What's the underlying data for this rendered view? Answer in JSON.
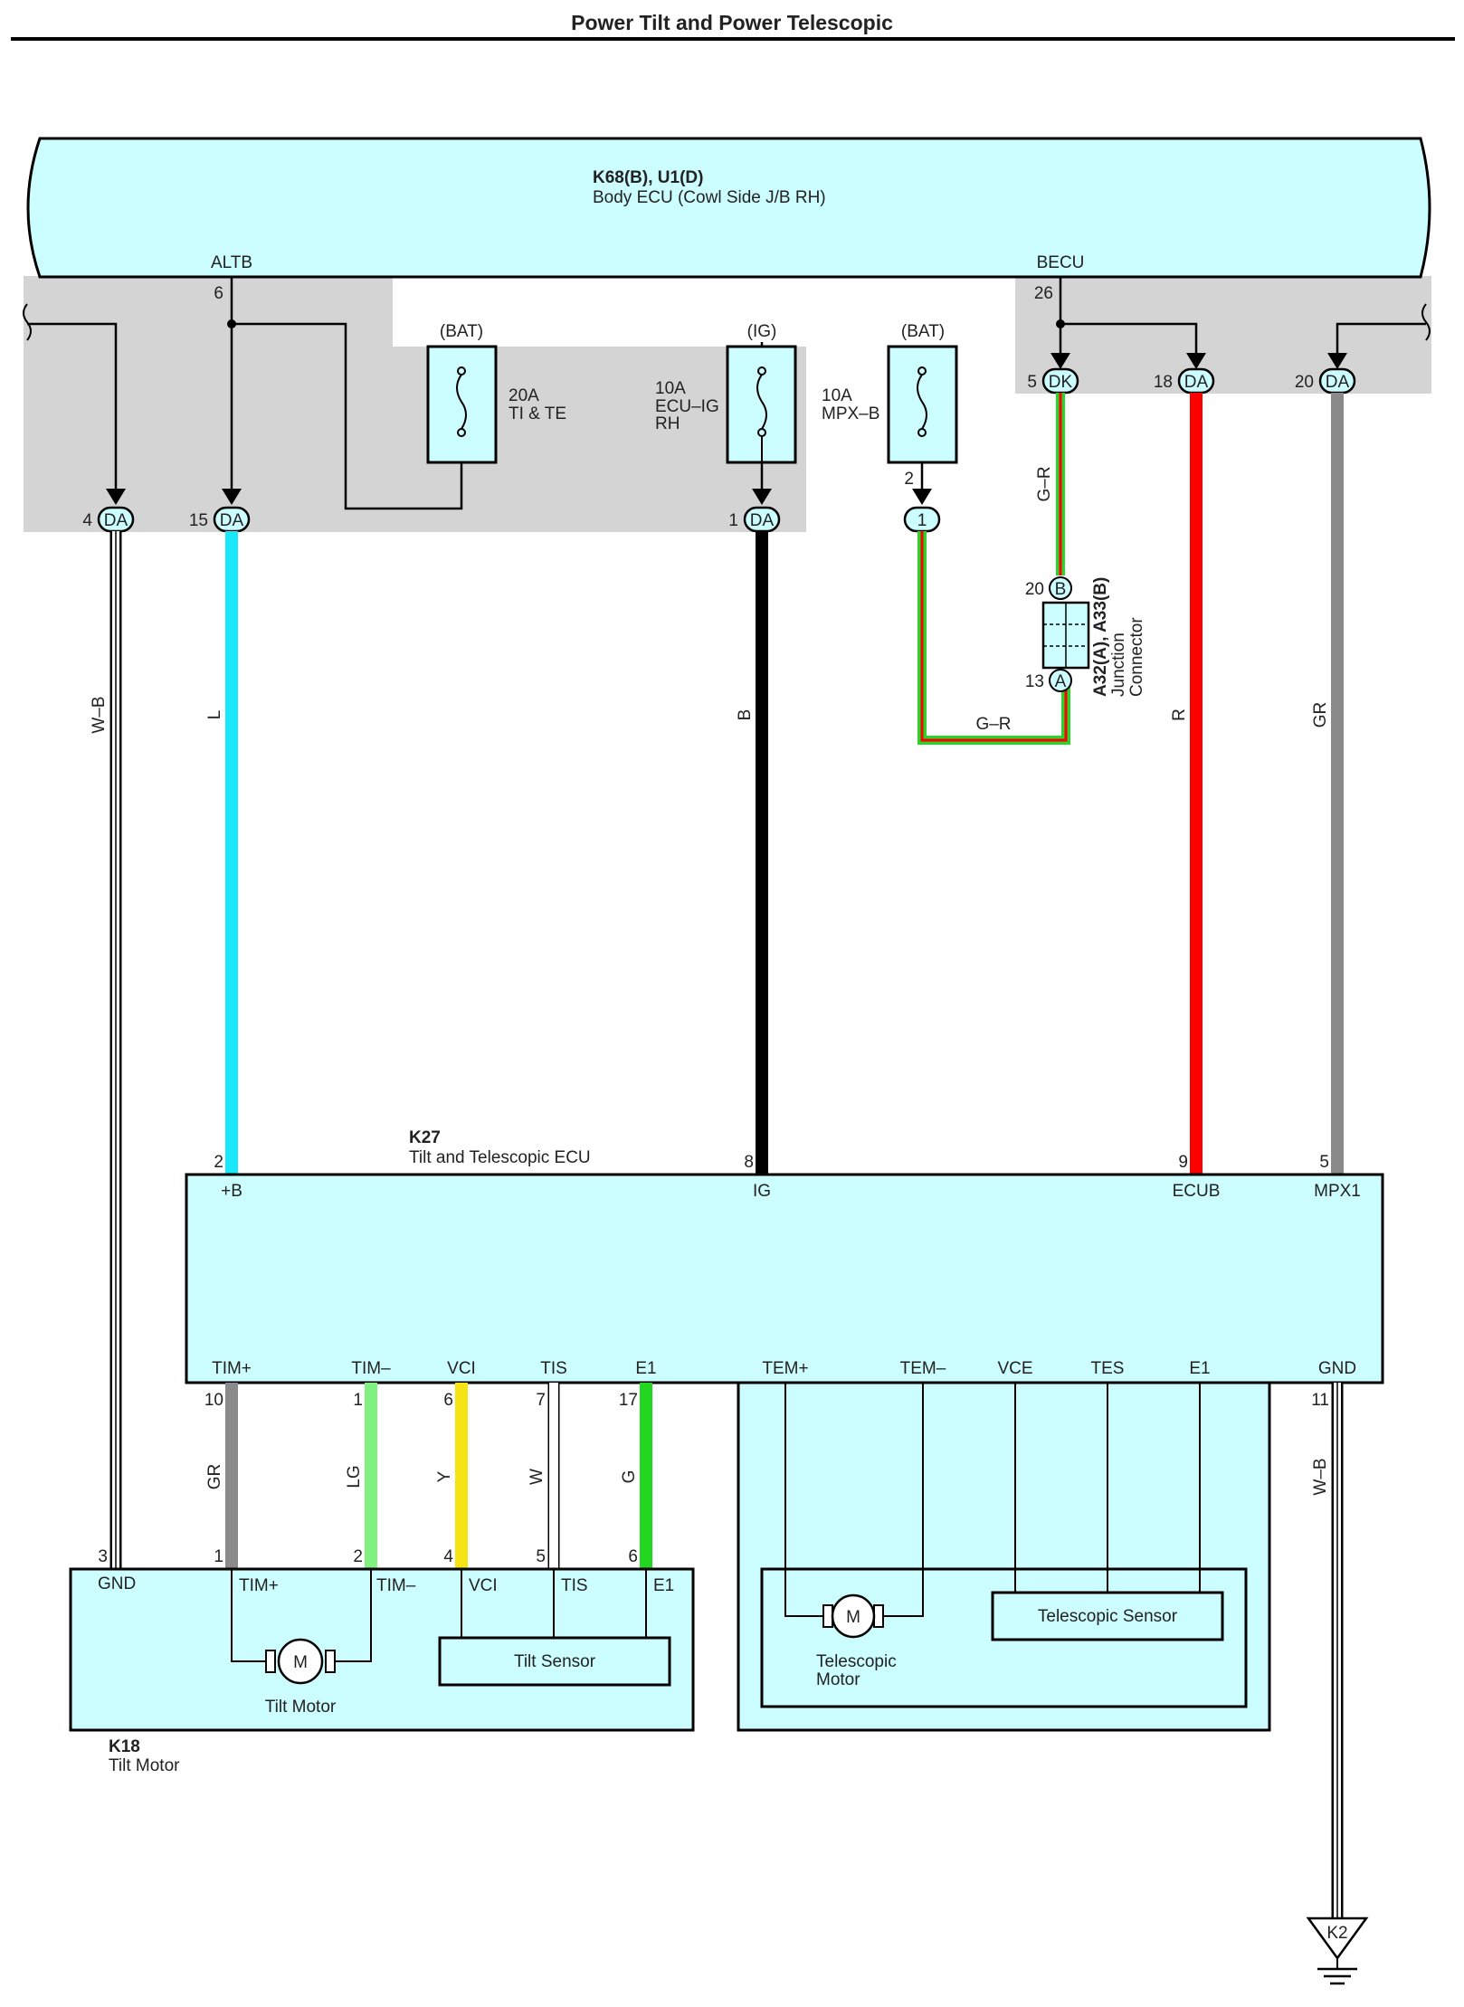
{
  "title": "Power Tilt and Power Telescopic",
  "colors": {
    "ecu_fill": "#ccfdff",
    "jb_fill": "#d4d4d4",
    "wire_L": "#19e8ff",
    "wire_B": "#000000",
    "wire_R": "#ff0000",
    "wire_GR": "#8a8a8a",
    "wire_LG": "#80f080",
    "wire_Y": "#f5e313",
    "wire_G": "#22d622",
    "wire_GRstripe": "#2bd42b"
  },
  "body_ecu": {
    "code": "K68(B), U1(D)",
    "name": "Body ECU (Cowl Side J/B RH)",
    "pins": {
      "altb": "ALTB",
      "altb_no": "6",
      "becu": "BECU",
      "becu_no": "26"
    }
  },
  "fuses": [
    {
      "source": "(BAT)",
      "rating": "20A",
      "name1": "TI & TE",
      "name2": ""
    },
    {
      "source": "(IG)",
      "rating": "10A",
      "name1": "ECU–IG",
      "name2": "RH"
    },
    {
      "source": "(BAT)",
      "rating": "10A",
      "name1": "MPX–B",
      "name2": ""
    }
  ],
  "connectors": [
    {
      "pin": "4",
      "code": "DA"
    },
    {
      "pin": "15",
      "code": "DA"
    },
    {
      "pin": "1",
      "code": "DA"
    },
    {
      "pin": "",
      "code": "1"
    },
    {
      "pin": "5",
      "code": "DK"
    },
    {
      "pin": "18",
      "code": "DA"
    },
    {
      "pin": "20",
      "code": "DA"
    }
  ],
  "fuse3_pin": "2",
  "junction": {
    "code": "A32(A), A33(B)",
    "name1": "Junction",
    "name2": "Connector",
    "top_pin": "20",
    "top_letter": "B",
    "bottom_pin": "13",
    "bottom_letter": "A"
  },
  "wires": {
    "wb": "W–B",
    "l": "L",
    "b": "B",
    "gr_g": "G–R",
    "gr_g2": "G–R",
    "r": "R",
    "gr": "GR"
  },
  "k27": {
    "code": "K27",
    "name": "Tilt and Telescopic ECU",
    "top_pins": [
      {
        "no": "2",
        "name": "+B"
      },
      {
        "no": "8",
        "name": "IG"
      },
      {
        "no": "9",
        "name": "ECUB"
      },
      {
        "no": "5",
        "name": "MPX1"
      }
    ],
    "bottom_pins": [
      {
        "no": "10",
        "name": "TIM+",
        "wire": "GR"
      },
      {
        "no": "1",
        "name": "TIM–",
        "wire": "LG"
      },
      {
        "no": "6",
        "name": "VCI",
        "wire": "Y"
      },
      {
        "no": "7",
        "name": "TIS",
        "wire": "W"
      },
      {
        "no": "17",
        "name": "E1",
        "wire": "G"
      },
      {
        "no": "",
        "name": "TEM+",
        "wire": ""
      },
      {
        "no": "",
        "name": "TEM–",
        "wire": ""
      },
      {
        "no": "",
        "name": "VCE",
        "wire": ""
      },
      {
        "no": "",
        "name": "TES",
        "wire": ""
      },
      {
        "no": "",
        "name": "E1",
        "wire": ""
      },
      {
        "no": "11",
        "name": "GND",
        "wire": "W–B"
      }
    ]
  },
  "k18": {
    "code": "K18",
    "name": "Tilt Motor",
    "pins": [
      {
        "no": "3",
        "name": "GND"
      },
      {
        "no": "1",
        "name": "TIM+"
      },
      {
        "no": "2",
        "name": "TIM–"
      },
      {
        "no": "4",
        "name": "VCI"
      },
      {
        "no": "5",
        "name": "TIS"
      },
      {
        "no": "6",
        "name": "E1"
      }
    ],
    "motor_symbol": "M",
    "motor_label": "Tilt Motor",
    "sensor_label": "Tilt Sensor"
  },
  "telescopic": {
    "motor_symbol": "M",
    "motor_label1": "Telescopic",
    "motor_label2": "Motor",
    "sensor_label": "Telescopic Sensor"
  },
  "ground": {
    "code": "K2"
  }
}
